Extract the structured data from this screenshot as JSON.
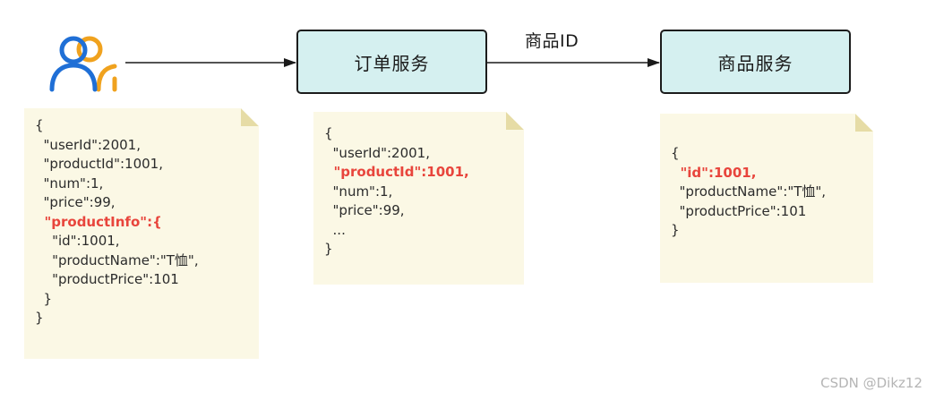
{
  "diagram": {
    "nodes": {
      "order_service": "订单服务",
      "product_service": "商品服务"
    },
    "edges": {
      "user_to_order": "",
      "order_to_product": "商品ID"
    },
    "icons": {
      "user": "users-icon"
    },
    "colors": {
      "service_fill": "#d5f0f0",
      "note_fill": "#fbf8e5",
      "note_fold": "#e6dca6",
      "highlight": "#e8453c",
      "user_icon_primary": "#1f6fd6",
      "user_icon_secondary": "#f0a21e"
    },
    "notes": {
      "request": {
        "lines": [
          {
            "text": "{",
            "highlight": false
          },
          {
            "text": "  \"userId\":2001,",
            "highlight": false
          },
          {
            "text": "  \"productId\":1001,",
            "highlight": false
          },
          {
            "text": "  \"num\":1,",
            "highlight": false
          },
          {
            "text": "  \"price\":99,",
            "highlight": false
          },
          {
            "text": "  \"productInfo\":{",
            "highlight": true
          },
          {
            "text": "    \"id\":1001,",
            "highlight": false
          },
          {
            "text": "    \"productName\":\"T恤\",",
            "highlight": false
          },
          {
            "text": "    \"productPrice\":101",
            "highlight": false
          },
          {
            "text": "  }",
            "highlight": false
          },
          {
            "text": "}",
            "highlight": false
          }
        ]
      },
      "order": {
        "lines": [
          {
            "text": "{",
            "highlight": false
          },
          {
            "text": "  \"userId\":2001,",
            "highlight": false
          },
          {
            "text": "  \"productId\":1001,",
            "highlight": true
          },
          {
            "text": "  \"num\":1,",
            "highlight": false
          },
          {
            "text": "  \"price\":99,",
            "highlight": false
          },
          {
            "text": "  ...",
            "highlight": false
          },
          {
            "text": "}",
            "highlight": false
          }
        ]
      },
      "product": {
        "lines": [
          {
            "text": "{",
            "highlight": false
          },
          {
            "text": "  \"id\":1001,",
            "highlight": true
          },
          {
            "text": "  \"productName\":\"T恤\",",
            "highlight": false
          },
          {
            "text": "  \"productPrice\":101",
            "highlight": false
          },
          {
            "text": "}",
            "highlight": false
          }
        ]
      }
    }
  },
  "watermark": "CSDN @Dikz12"
}
